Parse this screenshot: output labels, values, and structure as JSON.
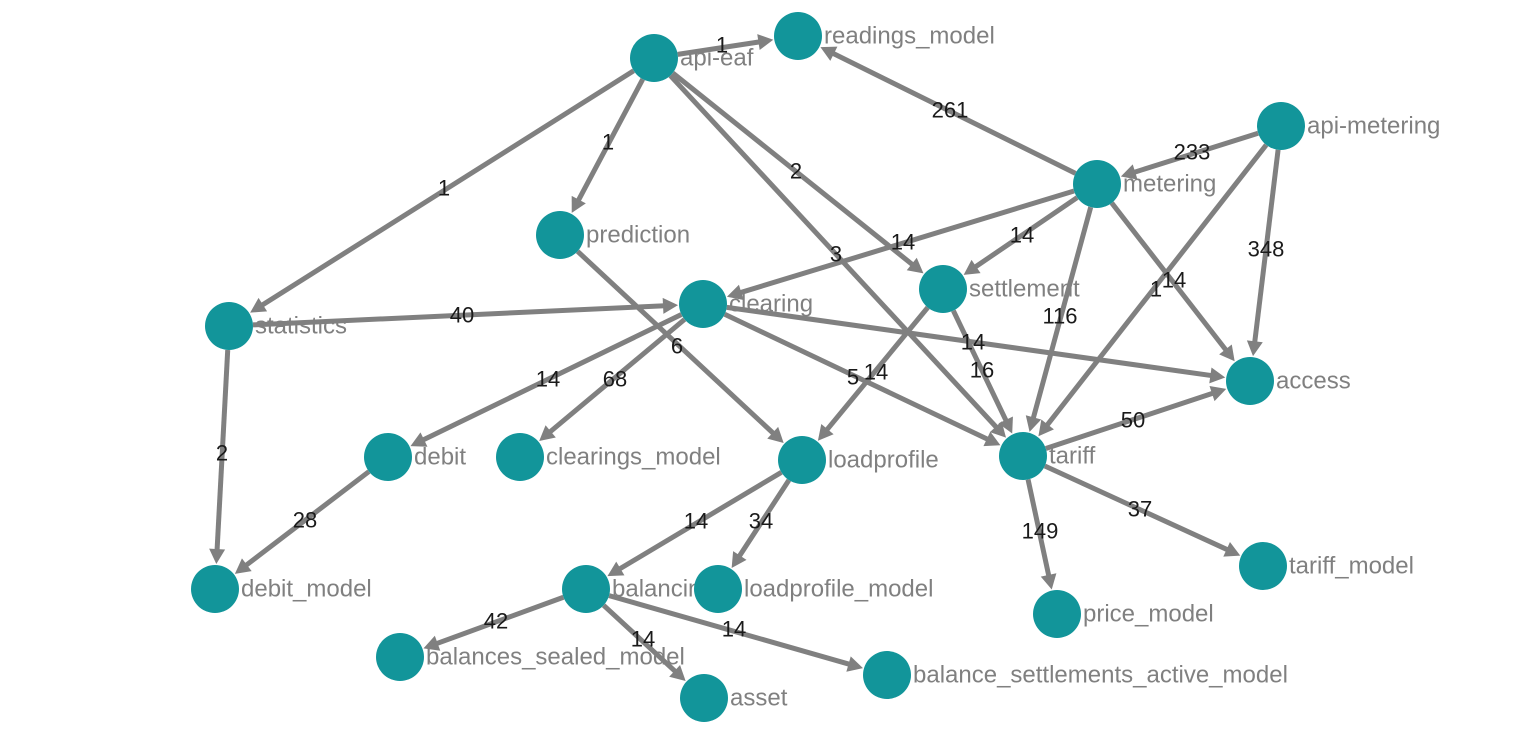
{
  "graph": {
    "nodes": [
      {
        "id": "api-eaf",
        "label": "api-eaf"
      },
      {
        "id": "readings_model",
        "label": "readings_model"
      },
      {
        "id": "api-metering",
        "label": "api-metering"
      },
      {
        "id": "metering",
        "label": "metering"
      },
      {
        "id": "prediction",
        "label": "prediction"
      },
      {
        "id": "statistics",
        "label": "statistics"
      },
      {
        "id": "clearing",
        "label": "clearing"
      },
      {
        "id": "settlement",
        "label": "settlement"
      },
      {
        "id": "access",
        "label": "access"
      },
      {
        "id": "debit",
        "label": "debit"
      },
      {
        "id": "clearings_model",
        "label": "clearings_model"
      },
      {
        "id": "loadprofile",
        "label": "loadprofile"
      },
      {
        "id": "tariff",
        "label": "tariff"
      },
      {
        "id": "debit_model",
        "label": "debit_model"
      },
      {
        "id": "balancing",
        "label": "balancing"
      },
      {
        "id": "loadprofile_model",
        "label": "loadprofile_model"
      },
      {
        "id": "price_model",
        "label": "price_model"
      },
      {
        "id": "tariff_model",
        "label": "tariff_model"
      },
      {
        "id": "balances_sealed_model",
        "label": "balances_sealed_model"
      },
      {
        "id": "asset",
        "label": "asset"
      },
      {
        "id": "balance_settlements_active_model",
        "label": "balance_settlements_active_model"
      }
    ],
    "edges": [
      {
        "from": "api-eaf",
        "to": "readings_model",
        "label": "1"
      },
      {
        "from": "api-eaf",
        "to": "prediction",
        "label": "1"
      },
      {
        "from": "api-eaf",
        "to": "statistics",
        "label": "1"
      },
      {
        "from": "api-eaf",
        "to": "settlement",
        "label": "2"
      },
      {
        "from": "api-eaf",
        "to": "tariff",
        "label": "3"
      },
      {
        "from": "metering",
        "to": "readings_model",
        "label": "261"
      },
      {
        "from": "api-metering",
        "to": "metering",
        "label": "233"
      },
      {
        "from": "api-metering",
        "to": "access",
        "label": "348"
      },
      {
        "from": "api-metering",
        "to": "tariff",
        "label": "1"
      },
      {
        "from": "metering",
        "to": "clearing",
        "label": "14"
      },
      {
        "from": "metering",
        "to": "settlement",
        "label": "14"
      },
      {
        "from": "metering",
        "to": "tariff",
        "label": "116"
      },
      {
        "from": "metering",
        "to": "access",
        "label": "14"
      },
      {
        "from": "statistics",
        "to": "clearing",
        "label": "40"
      },
      {
        "from": "statistics",
        "to": "debit_model",
        "label": "2"
      },
      {
        "from": "prediction",
        "to": "loadprofile",
        "label": "6"
      },
      {
        "from": "clearing",
        "to": "debit",
        "label": "14"
      },
      {
        "from": "clearing",
        "to": "clearings_model",
        "label": "68"
      },
      {
        "from": "clearing",
        "to": "tariff",
        "label": "5"
      },
      {
        "from": "clearing",
        "to": "access",
        "label": "14"
      },
      {
        "from": "settlement",
        "to": "loadprofile",
        "label": "14"
      },
      {
        "from": "settlement",
        "to": "tariff",
        "label": "16"
      },
      {
        "from": "tariff",
        "to": "access",
        "label": "50"
      },
      {
        "from": "tariff",
        "to": "price_model",
        "label": "149"
      },
      {
        "from": "tariff",
        "to": "tariff_model",
        "label": "37"
      },
      {
        "from": "debit",
        "to": "debit_model",
        "label": "28"
      },
      {
        "from": "loadprofile",
        "to": "balancing",
        "label": "14"
      },
      {
        "from": "loadprofile",
        "to": "loadprofile_model",
        "label": "34"
      },
      {
        "from": "balancing",
        "to": "balances_sealed_model",
        "label": "42"
      },
      {
        "from": "balancing",
        "to": "asset",
        "label": "14"
      },
      {
        "from": "balancing",
        "to": "balance_settlements_active_model",
        "label": "14"
      }
    ]
  },
  "colors": {
    "node_fill": "#12959a",
    "edge_stroke": "#808080",
    "node_label": "#808080",
    "edge_label": "#1a1a1a",
    "background": "#ffffff"
  }
}
